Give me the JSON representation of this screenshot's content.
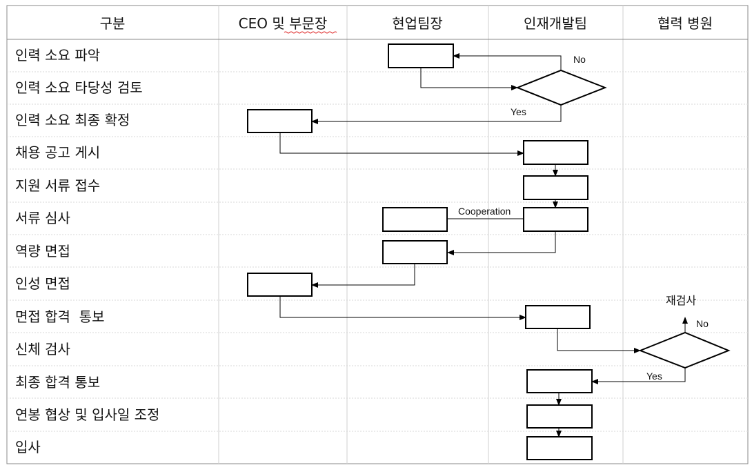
{
  "headers": [
    "구분",
    "CEO 및 부문장",
    "현업팀장",
    "인재개발팀",
    "협력 병원"
  ],
  "rows": [
    "인력 소요 파악",
    "인력 소요 타당성 검토",
    "인력 소요 최종 확정",
    "채용 공고 게시",
    "지원 서류 접수",
    "서류 심사",
    "역량 면접",
    "인성 면접",
    "면접 합격  통보",
    "신체 검사",
    "최종 합격 통보",
    "연봉 협상 및 입사일 조정",
    "입사"
  ],
  "labels": {
    "no_1": "No",
    "yes_1": "Yes",
    "cooperation": "Cooperation",
    "recheck": "재검사",
    "no_2": "No",
    "yes_2": "Yes"
  }
}
